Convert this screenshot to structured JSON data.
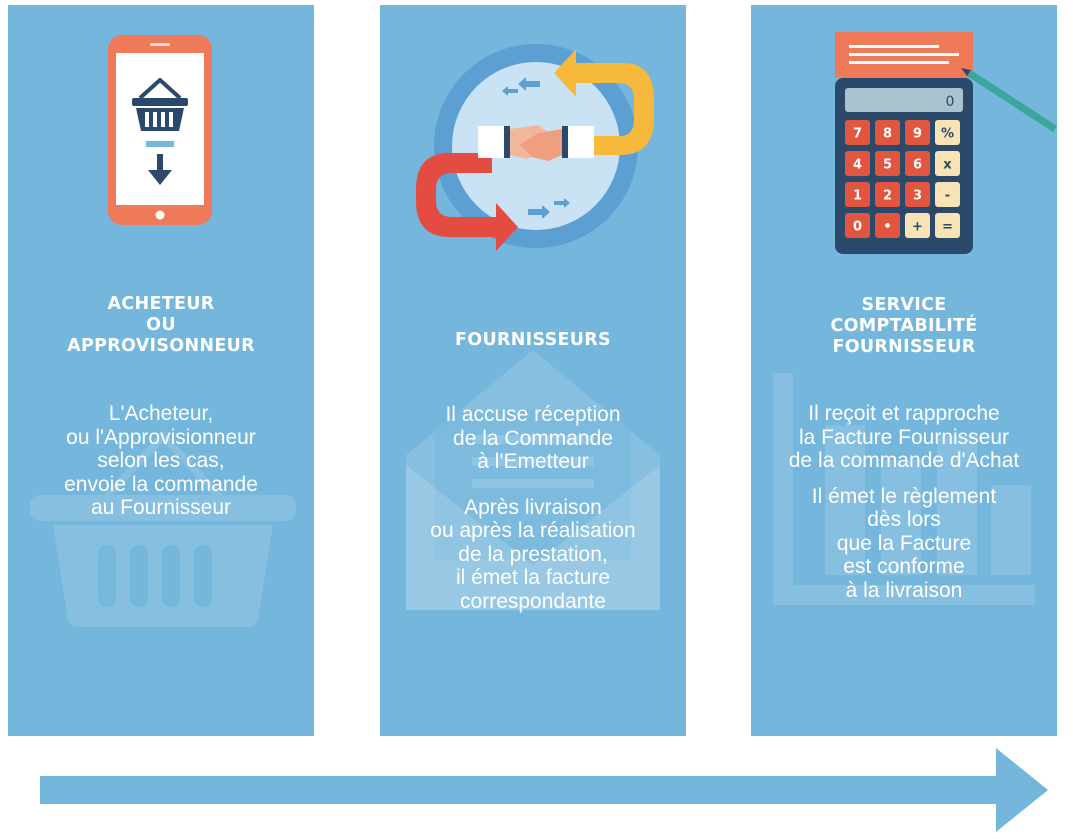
{
  "columns": [
    {
      "heading": [
        "ACHETEUR",
        "OU",
        "APPROVISONNEUR"
      ],
      "paragraphs": [
        [
          "L'Acheteur,",
          "ou l'Approvisionneur",
          "selon les cas,",
          "envoie la commande",
          "au Fournisseur"
        ]
      ],
      "icon": "smartphone-basket-icon",
      "background_icon": "basket-icon"
    },
    {
      "heading": [
        "FOURNISSEURS"
      ],
      "paragraphs": [
        [
          "Il accuse réception",
          "de la Commande",
          "à l'Emetteur"
        ],
        [
          "Après livraison",
          "ou après la réalisation",
          "de la prestation,",
          "il émet la facture",
          "correspondante"
        ]
      ],
      "icon": "handshake-exchange-icon",
      "background_icon": "envelope-icon"
    },
    {
      "heading": [
        "SERVICE",
        "COMPTABILITÉ",
        "FOURNISSEUR"
      ],
      "paragraphs": [
        [
          "Il reçoit et rapproche",
          "la Facture Fournisseur",
          "de la commande d'Achat"
        ],
        [
          "Il émet le règlement",
          "dès lors",
          "que la Facture",
          "est conforme",
          "à la livraison"
        ]
      ],
      "icon": "calculator-icon",
      "background_icon": "bar-chart-icon"
    }
  ],
  "calculator_keys": [
    "7",
    "8",
    "9",
    "%",
    "4",
    "5",
    "6",
    "x",
    "1",
    "2",
    "3",
    "-",
    "0",
    "•",
    "+",
    "="
  ],
  "calculator_display": "0",
  "flow_arrow": "right-arrow-icon",
  "colors": {
    "panel": "#74b6dc",
    "arrow": "#74b6dc",
    "text": "#ffffff",
    "phone": "#ef7a5a",
    "calculator_body": "#2b4a6b",
    "calculator_key_red": "#e2553f",
    "calculator_key_cream": "#f7e3b4",
    "exchange_red": "#e44c41",
    "exchange_yellow": "#f6b93b"
  }
}
